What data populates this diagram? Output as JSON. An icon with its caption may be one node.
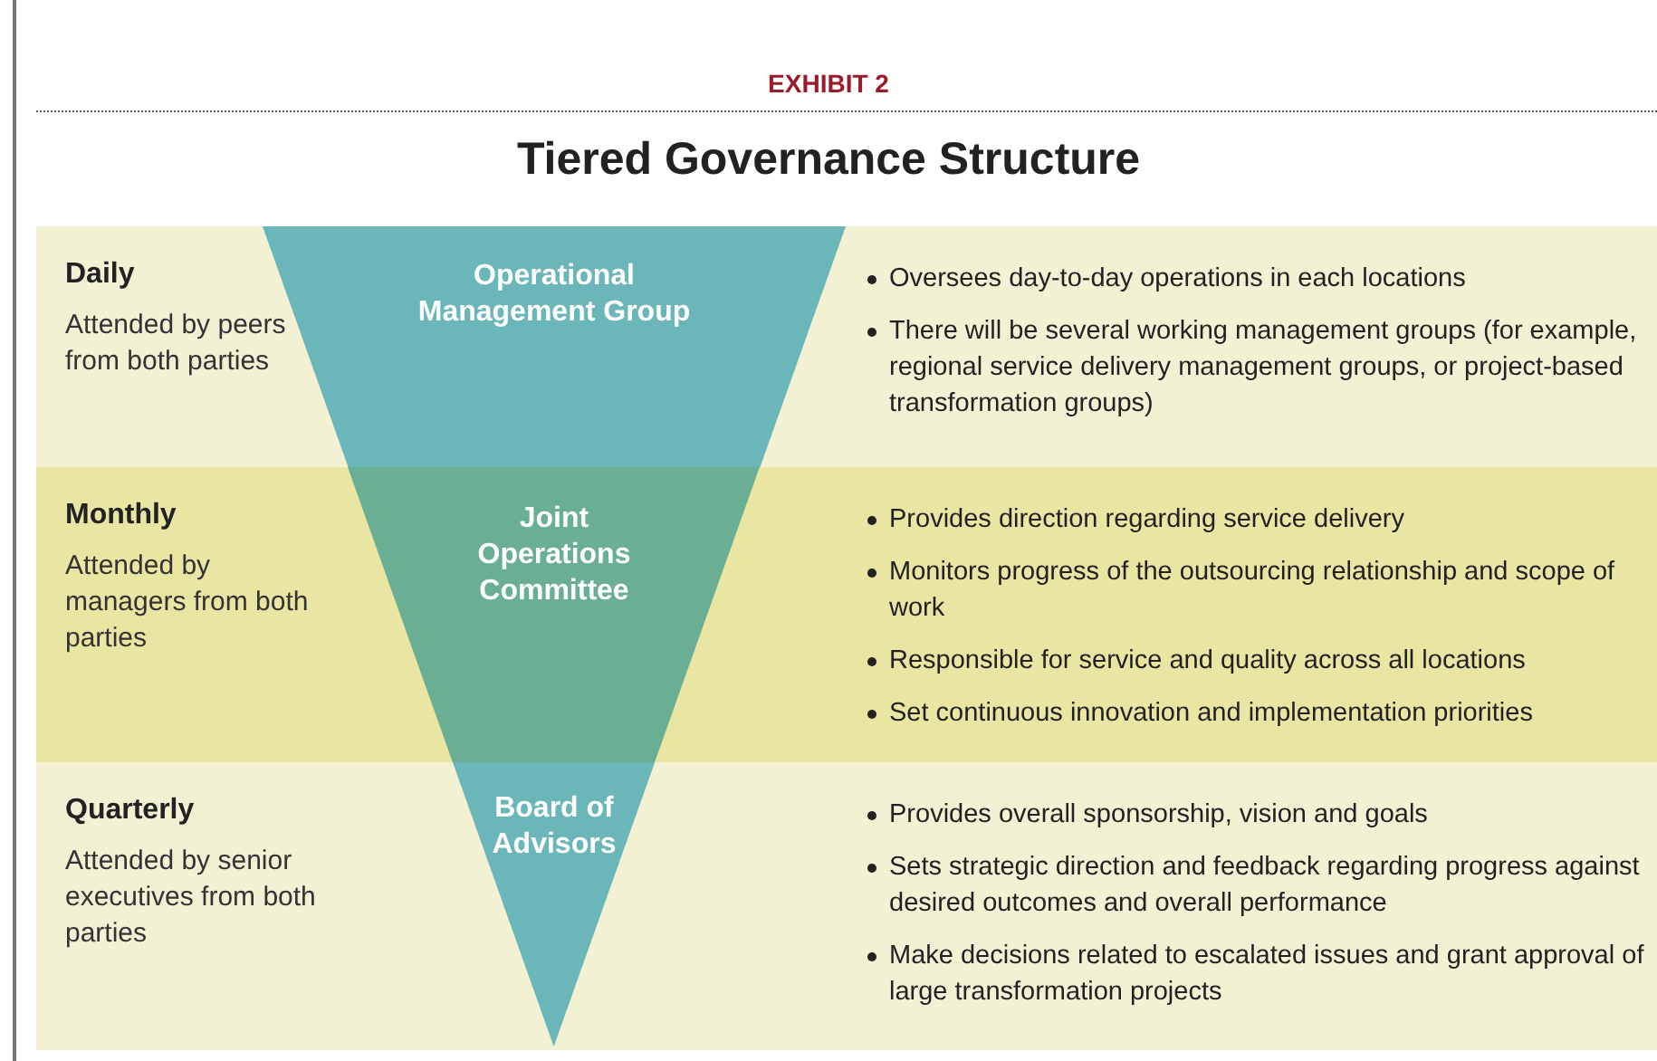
{
  "diagram": {
    "title": "Tiered Governance Structure",
    "labels": [
      "EXHIBIT 2"
    ],
    "nodes": [
      {
        "text": [
          "Daily",
          "Attended by peers from both parties",
          "Oversees day-to-day operations in each locations",
          "There will be several working management groups (for example, regional service delivery management groups, or project-based transformation groups)"
        ]
      },
      {
        "text": [
          "Operational Management Group"
        ],
        "in": 0
      },
      {
        "text": [
          "Monthly",
          "Attended by managers from both parties",
          "Provides direction regarding service delivery",
          "Monitors progress of the outsourcing relationship and scope of work",
          "Responsible for service and quality across all locations",
          "Set continuous innovation and implementation priorities"
        ]
      },
      {
        "text": [
          "Joint Operations Committee"
        ],
        "in": 2
      },
      {
        "text": [
          "Quarterly",
          "Attended by senior executives from both parties",
          "Provides overall sponsorship, vision and goals",
          "Sets strategic direction and feedback regarding progress against desired outcomes and overall performance",
          "Make decisions related to escalated issues and grant approval of large transformation projects"
        ]
      },
      {
        "text": [
          "Board of Advisors"
        ],
        "in": 4
      }
    ]
  }
}
